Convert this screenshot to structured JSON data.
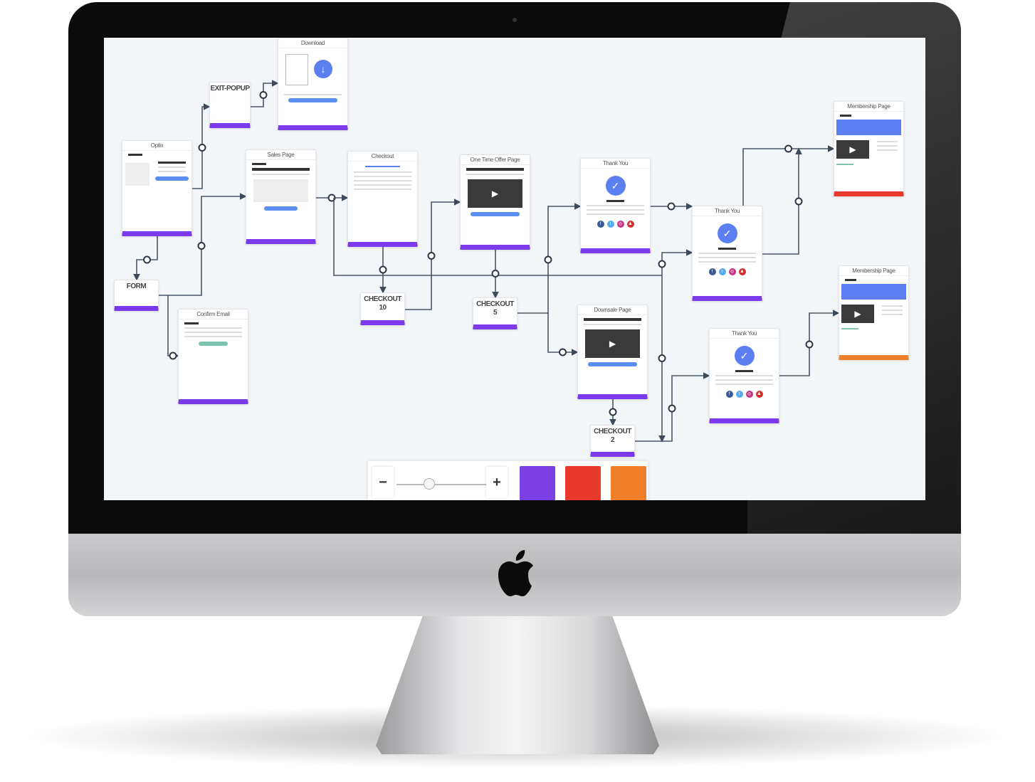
{
  "cards": {
    "download": {
      "title": "Download"
    },
    "exit_popup": {
      "title": "EXIT-POPUP"
    },
    "optin": {
      "title": "Optin"
    },
    "form": {
      "title": "FORM"
    },
    "confirm_email": {
      "title": "Confirm Email"
    },
    "sales_page": {
      "title": "Sales Page"
    },
    "checkout": {
      "title": "Checkout"
    },
    "checkout_10": {
      "title": "CHECKOUT",
      "sub": "10"
    },
    "oto": {
      "title": "One Time Offer Page"
    },
    "checkout_5": {
      "title": "CHECKOUT",
      "sub": "5"
    },
    "thank_you_1": {
      "title": "Thank You"
    },
    "downsale": {
      "title": "Downsale Page"
    },
    "checkout_2": {
      "title": "CHECKOUT",
      "sub": "2"
    },
    "thank_you_2": {
      "title": "Thank You"
    },
    "thank_you_3": {
      "title": "Thank You"
    },
    "membership_1": {
      "title": "Membership Page"
    },
    "membership_2": {
      "title": "Membership Page"
    }
  },
  "toolbar": {
    "zoom_out": "−",
    "zoom_in": "+",
    "zoom_level": 0.4,
    "swatches": [
      "#7b3fe4",
      "#e8392c",
      "#f07f2a"
    ]
  },
  "colors": {
    "accent": "#7c3aed",
    "blue": "#5b7ff0",
    "red": "#e8392c",
    "orange": "#f07f2a"
  },
  "social": [
    "f",
    "t",
    "◎",
    "♟"
  ]
}
